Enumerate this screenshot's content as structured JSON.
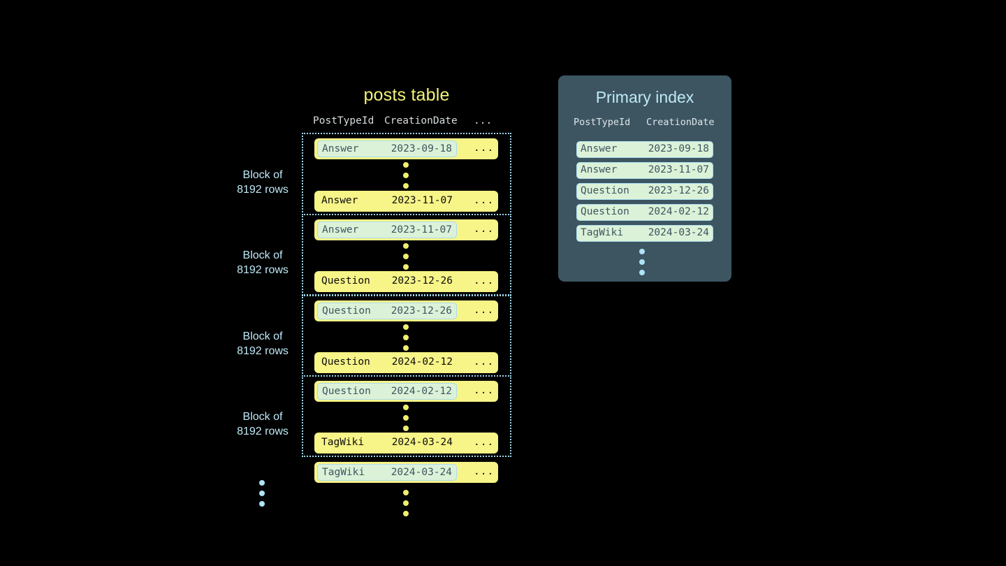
{
  "posts_table": {
    "title": "posts table",
    "columns": {
      "post_type_id": "PostTypeId",
      "creation_date": "CreationDate",
      "rest": "..."
    },
    "block_label_line1": "Block of",
    "block_label_line2": "8192 rows",
    "row_rest": "...",
    "blocks": [
      {
        "label_line1": "Block of",
        "label_line2": "8192 rows",
        "first_row": {
          "post_type_id": "Answer",
          "creation_date": "2023-09-18",
          "rest": "...",
          "highlighted": true
        },
        "last_row": {
          "post_type_id": "Answer",
          "creation_date": "2023-11-07",
          "rest": "...",
          "highlighted": false
        }
      },
      {
        "label_line1": "Block of",
        "label_line2": "8192 rows",
        "first_row": {
          "post_type_id": "Answer",
          "creation_date": "2023-11-07",
          "rest": "...",
          "highlighted": true
        },
        "last_row": {
          "post_type_id": "Question",
          "creation_date": "2023-12-26",
          "rest": "...",
          "highlighted": false
        }
      },
      {
        "label_line1": "Block of",
        "label_line2": "8192 rows",
        "first_row": {
          "post_type_id": "Question",
          "creation_date": "2023-12-26",
          "rest": "...",
          "highlighted": true
        },
        "last_row": {
          "post_type_id": "Question",
          "creation_date": "2024-02-12",
          "rest": "...",
          "highlighted": false
        }
      },
      {
        "label_line1": "Block of",
        "label_line2": "8192 rows",
        "first_row": {
          "post_type_id": "Question",
          "creation_date": "2024-02-12",
          "rest": "...",
          "highlighted": true
        },
        "last_row": {
          "post_type_id": "TagWiki",
          "creation_date": "2024-03-24",
          "rest": "...",
          "highlighted": false
        }
      }
    ],
    "trailing_row": {
      "post_type_id": "TagWiki",
      "creation_date": "2024-03-24",
      "rest": "...",
      "highlighted": true
    }
  },
  "primary_index": {
    "title": "Primary index",
    "columns": {
      "post_type_id": "PostTypeId",
      "creation_date": "CreationDate"
    },
    "rows": [
      {
        "post_type_id": "Answer",
        "creation_date": "2023-09-18"
      },
      {
        "post_type_id": "Answer",
        "creation_date": "2023-11-07"
      },
      {
        "post_type_id": "Question",
        "creation_date": "2023-12-26"
      },
      {
        "post_type_id": "Question",
        "creation_date": "2024-02-12"
      },
      {
        "post_type_id": "TagWiki",
        "creation_date": "2024-03-24"
      }
    ]
  },
  "colors": {
    "background": "#000000",
    "row_yellow": "#f7f488",
    "highlight_green": "#dcf2d8",
    "highlight_border": "#a9dbef",
    "accent_blue": "#bfe9f7",
    "panel_slate": "#3d5561",
    "title_yellow": "#f2f27a",
    "dot_yellow": "#f0ee70",
    "dot_blue": "#aee3f5"
  }
}
